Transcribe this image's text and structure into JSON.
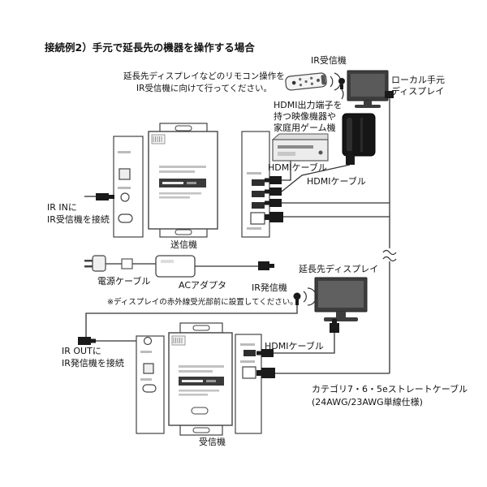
{
  "title": "接続例2）手元で延長先の機器を操作する場合",
  "top_section": {
    "ir_receiver_label": "IR受信機",
    "remote_instruction_line1": "延長先ディスプレイなどのリモコン操作を",
    "remote_instruction_line2": "IR受信機に向けて行ってください。",
    "local_display_line1": "ローカル手元",
    "local_display_line2": "ディスプレイ",
    "source_device_line1": "HDMI出力端子を",
    "source_device_line2": "持つ映像機器や",
    "source_device_line3": "家庭用ゲーム機",
    "hdmi_cable_label_a": "HDMIケーブル",
    "hdmi_cable_label_b": "HDMIケーブル"
  },
  "transmitter_section": {
    "ir_in_line1": "IR INに",
    "ir_in_line2": "IR受信機を接続",
    "unit_label": "送信機",
    "power_cable_label": "電源ケーブル",
    "ac_adapter_label": "ACアダプタ"
  },
  "receiver_section": {
    "extended_display_label": "延長先ディスプレイ",
    "ir_emitter_label": "IR発信機",
    "ir_emitter_note": "※ディスプレイの赤外線受光部前に設置してください。",
    "hdmi_cable_label": "HDMIケーブル",
    "ir_out_line1": "IR OUTに",
    "ir_out_line2": "IR発信機を接続",
    "unit_label": "受信機",
    "cat_cable_line1": "カテゴリ7・6・5eストレートケーブル",
    "cat_cable_line2": "(24AWG/23AWG単線仕様)"
  }
}
